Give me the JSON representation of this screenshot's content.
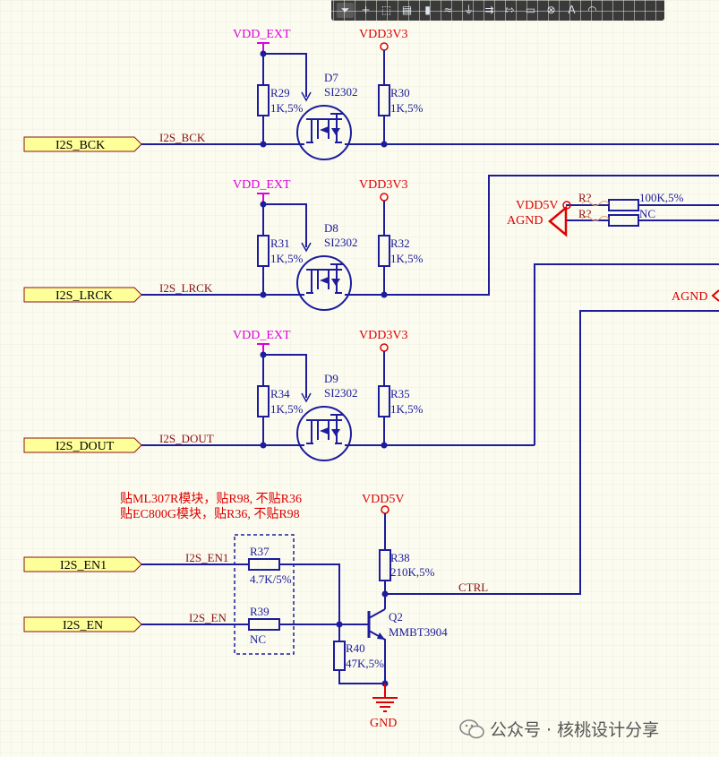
{
  "toolbar": {
    "tools": [
      {
        "name": "filter-icon",
        "glyph": "⏷",
        "active": true
      },
      {
        "name": "crosshair-icon",
        "glyph": "+",
        "active": false
      },
      {
        "name": "select-rect-icon",
        "glyph": "⬚",
        "active": false
      },
      {
        "name": "align-icon",
        "glyph": "▤",
        "active": false
      },
      {
        "name": "component-icon",
        "glyph": "▮",
        "active": false
      },
      {
        "name": "net-color-icon",
        "glyph": "≈",
        "active": false
      },
      {
        "name": "power-port-icon",
        "glyph": "⏚",
        "active": false
      },
      {
        "name": "bus-icon",
        "glyph": "⇉",
        "active": false
      },
      {
        "name": "port-icon",
        "glyph": "⇰",
        "active": false
      },
      {
        "name": "net-label-icon",
        "glyph": "▭",
        "active": false
      },
      {
        "name": "no-erc-icon",
        "glyph": "⊗",
        "active": false
      },
      {
        "name": "text-icon",
        "glyph": "A",
        "active": false
      },
      {
        "name": "arc-icon",
        "glyph": "◠",
        "active": false
      }
    ]
  },
  "colors": {
    "wire": "#1c1c9c",
    "power": "#dd0000",
    "power_ext": "#dd00dd",
    "netlabel": "#8b1010",
    "port_fill": "#ffff99",
    "port_stroke": "#8b1010",
    "note": "#dd0000",
    "designator": "#1c1c9c"
  },
  "channels": [
    {
      "port": "I2S_BCK",
      "net": "I2S_BCK",
      "vdd_ext": "VDD_EXT",
      "vdd3": "VDD3V3",
      "q": "D7",
      "q_part": "SI2302",
      "r_left": "R29",
      "r_left_val": "1K,5%",
      "r_right": "R30",
      "r_right_val": "1K,5%"
    },
    {
      "port": "I2S_LRCK",
      "net": "I2S_LRCK",
      "vdd_ext": "VDD_EXT",
      "vdd3": "VDD3V3",
      "q": "D8",
      "q_part": "SI2302",
      "r_left": "R31",
      "r_left_val": "1K,5%",
      "r_right": "R32",
      "r_right_val": "1K,5%"
    },
    {
      "port": "I2S_DOUT",
      "net": "I2S_DOUT",
      "vdd_ext": "VDD_EXT",
      "vdd3": "VDD3V3",
      "q": "D9",
      "q_part": "SI2302",
      "r_left": "R34",
      "r_left_val": "1K,5%",
      "r_right": "R35",
      "r_right_val": "1K,5%"
    }
  ],
  "right_block": {
    "vdd5v": "VDD5V",
    "agnd": "AGND",
    "agnd2": "AGND",
    "r_a": "R?",
    "r_a_val": "100K,5%",
    "r_b": "R?",
    "r_b_val": "NC"
  },
  "enable": {
    "note1": "贴ML307R模块，贴R98, 不贴R36",
    "note2": "贴EC800G模块，贴R36, 不贴R98",
    "port1": "I2S_EN1",
    "port2": "I2S_EN",
    "net1": "I2S_EN1",
    "net2": "I2S_EN",
    "r37": "R37",
    "r37_val": "4.7K/5%",
    "r39": "R39",
    "r39_val": "NC",
    "vdd": "VDD5V",
    "r38": "R38",
    "r38_val": "210K,5%",
    "ctrl": "CTRL",
    "q2": "Q2",
    "q2_part": "MMBT3904",
    "r40": "R40",
    "r40_val": "47K,5%",
    "gnd": "GND"
  },
  "watermark": "公众号 · 核桃设计分享"
}
